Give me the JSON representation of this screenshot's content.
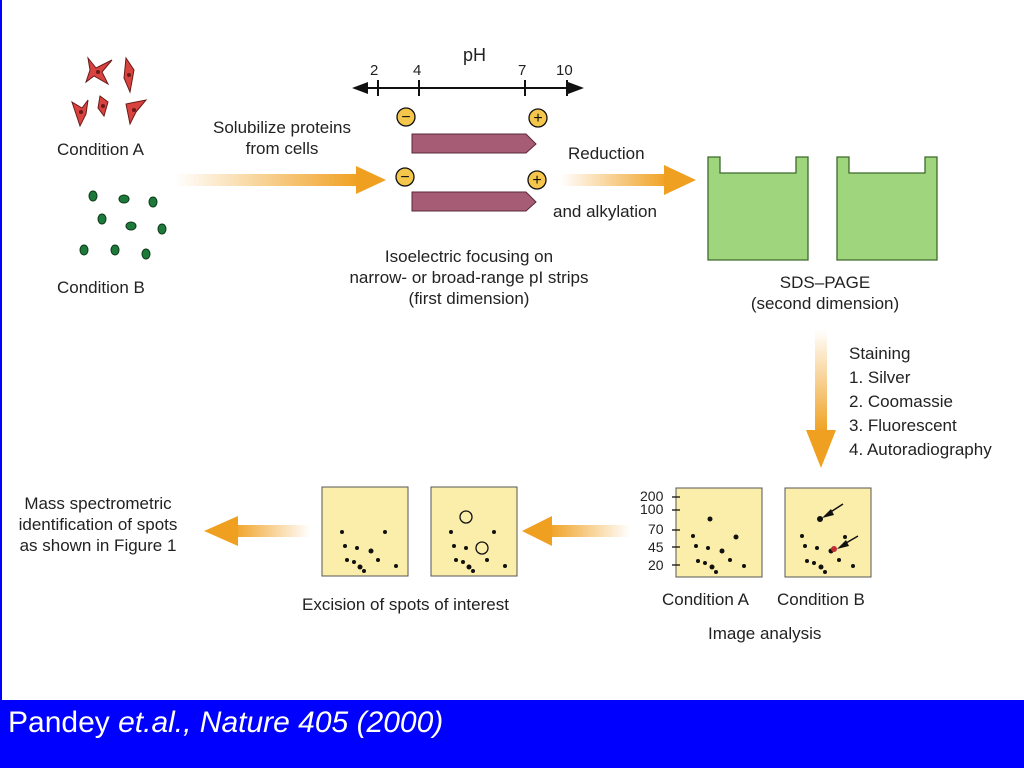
{
  "diagram": {
    "cond_a_label": "Condition A",
    "cond_b_label": "Condition B",
    "solubilize_line1": "Solubilize proteins",
    "solubilize_line2": "from cells",
    "ph_title": "pH",
    "ph_ticks": [
      "2",
      "4",
      "7",
      "10"
    ],
    "minus_sign": "−",
    "plus_sign": "+",
    "ief_line1": "Isoelectric focusing on",
    "ief_line2": "narrow- or broad-range pI strips",
    "ief_line3": "(first dimension)",
    "reduction": "Reduction",
    "alkylation": "and alkylation",
    "sds_line1": "SDS–PAGE",
    "sds_line2": "(second dimension)",
    "staining_title": "Staining",
    "staining_items": [
      "1. Silver",
      "2. Coomassie",
      "3. Fluorescent",
      "4. Autoradiography"
    ],
    "mw_ticks": [
      "200",
      "100",
      "70",
      "45",
      "20"
    ],
    "gel_a_label": "Condition A",
    "gel_b_label": "Condition B",
    "image_analysis": "Image analysis",
    "excision": "Excision of spots of interest",
    "ms_line1": "Mass spectrometric",
    "ms_line2": "identification of spots",
    "ms_line3": "as shown in Figure 1"
  },
  "colors": {
    "cell_a": "#d9433f",
    "cell_b": "#1e7a3a",
    "strip": "#a65c74",
    "gel_box": "#9fd67d",
    "gel_card": "#fbeeaa",
    "arrow": "#f0a020",
    "footer": "#0000ff"
  },
  "footer": {
    "author": "Pandey ",
    "ref": "et.al., Nature 405 (2000)"
  }
}
